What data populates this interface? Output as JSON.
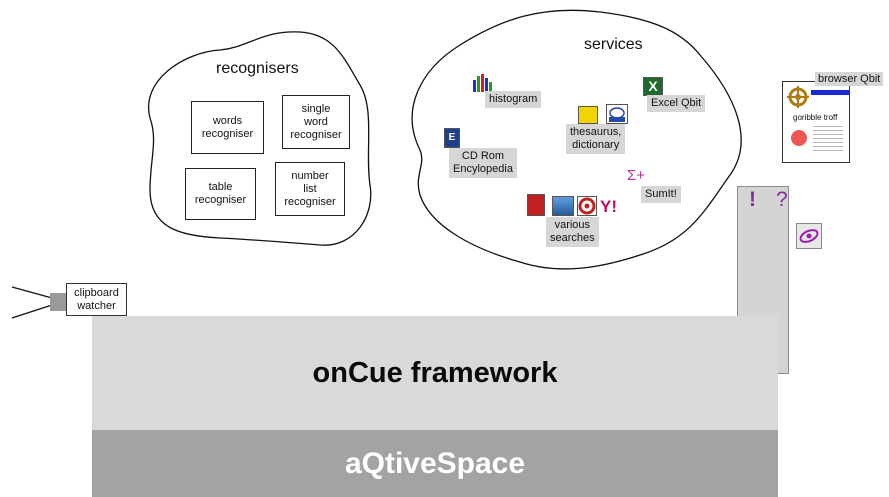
{
  "recognisers": {
    "title": "recognisers",
    "boxes": [
      "words\nrecogniser",
      "single\nword\nrecogniser",
      "table\nrecogniser",
      "number\nlist\nrecogniser"
    ]
  },
  "services": {
    "title": "services",
    "items": [
      "histogram",
      "Excel Qbit",
      "thesaurus,\ndictionary",
      "CD Rom\nEncylopedia",
      "SumIt!",
      "various\nsearches"
    ]
  },
  "browser": {
    "label": "browser Qbit",
    "caption": "goribble troff"
  },
  "panel": {
    "icons": [
      "!",
      "?"
    ]
  },
  "clipboard": {
    "label": "clipboard\nwatcher"
  },
  "framework": {
    "label": "onCue framework"
  },
  "aqtivespace": {
    "label": "aQtiveSpace"
  },
  "colors": {
    "framework": "#d9d9d9",
    "aqtivespace": "#a3a3a3",
    "panel": "#d4d4d4",
    "labels": "#d6d6d6"
  }
}
